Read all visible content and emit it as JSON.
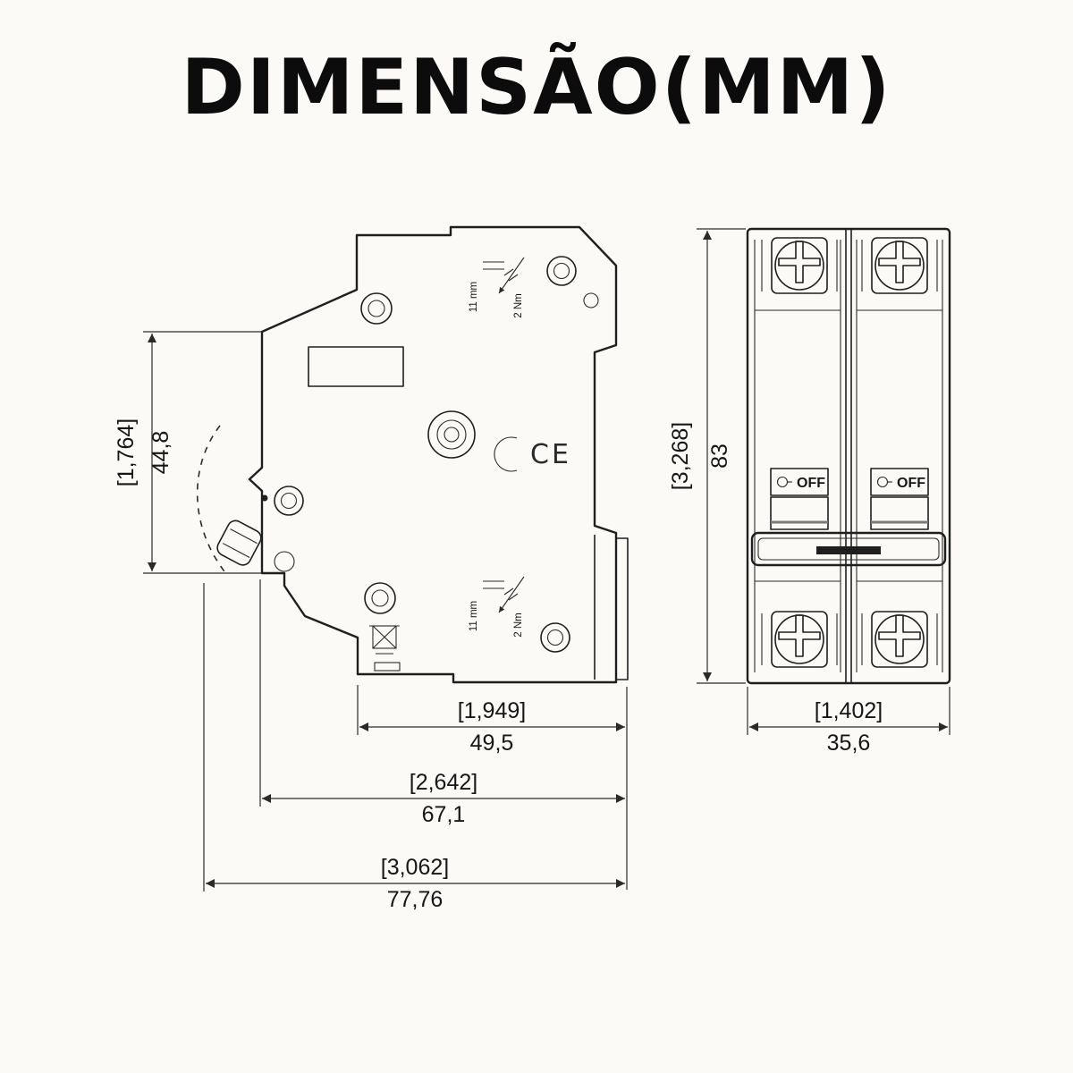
{
  "title": "DIMENSÃO(MM)",
  "side_view": {
    "dim_height": {
      "inches": "[1,764]",
      "mm": "44,8"
    },
    "dim_depth_body": {
      "inches": "[1,949]",
      "mm": "49,5"
    },
    "dim_depth_mid": {
      "inches": "[2,642]",
      "mm": "67,1"
    },
    "dim_depth_total": {
      "inches": "[3,062]",
      "mm": "77,76"
    },
    "terminal_top": {
      "strip": "11 mm",
      "torque": "2 Nm"
    },
    "terminal_bottom": {
      "strip": "11 mm",
      "torque": "2 Nm"
    },
    "ce_mark": "CE"
  },
  "front_view": {
    "dim_height": {
      "inches": "[3,268]",
      "mm": "83"
    },
    "dim_width": {
      "inches": "[1,402]",
      "mm": "35,6"
    },
    "pole_left": {
      "switch_label": "OFF"
    },
    "pole_right": {
      "switch_label": "OFF"
    }
  },
  "colors": {
    "line": "#1f1f1f",
    "background": "#fbfaf7",
    "toggle_fill": "#c9c9c9",
    "slot_fill": "#1f1f1f"
  }
}
